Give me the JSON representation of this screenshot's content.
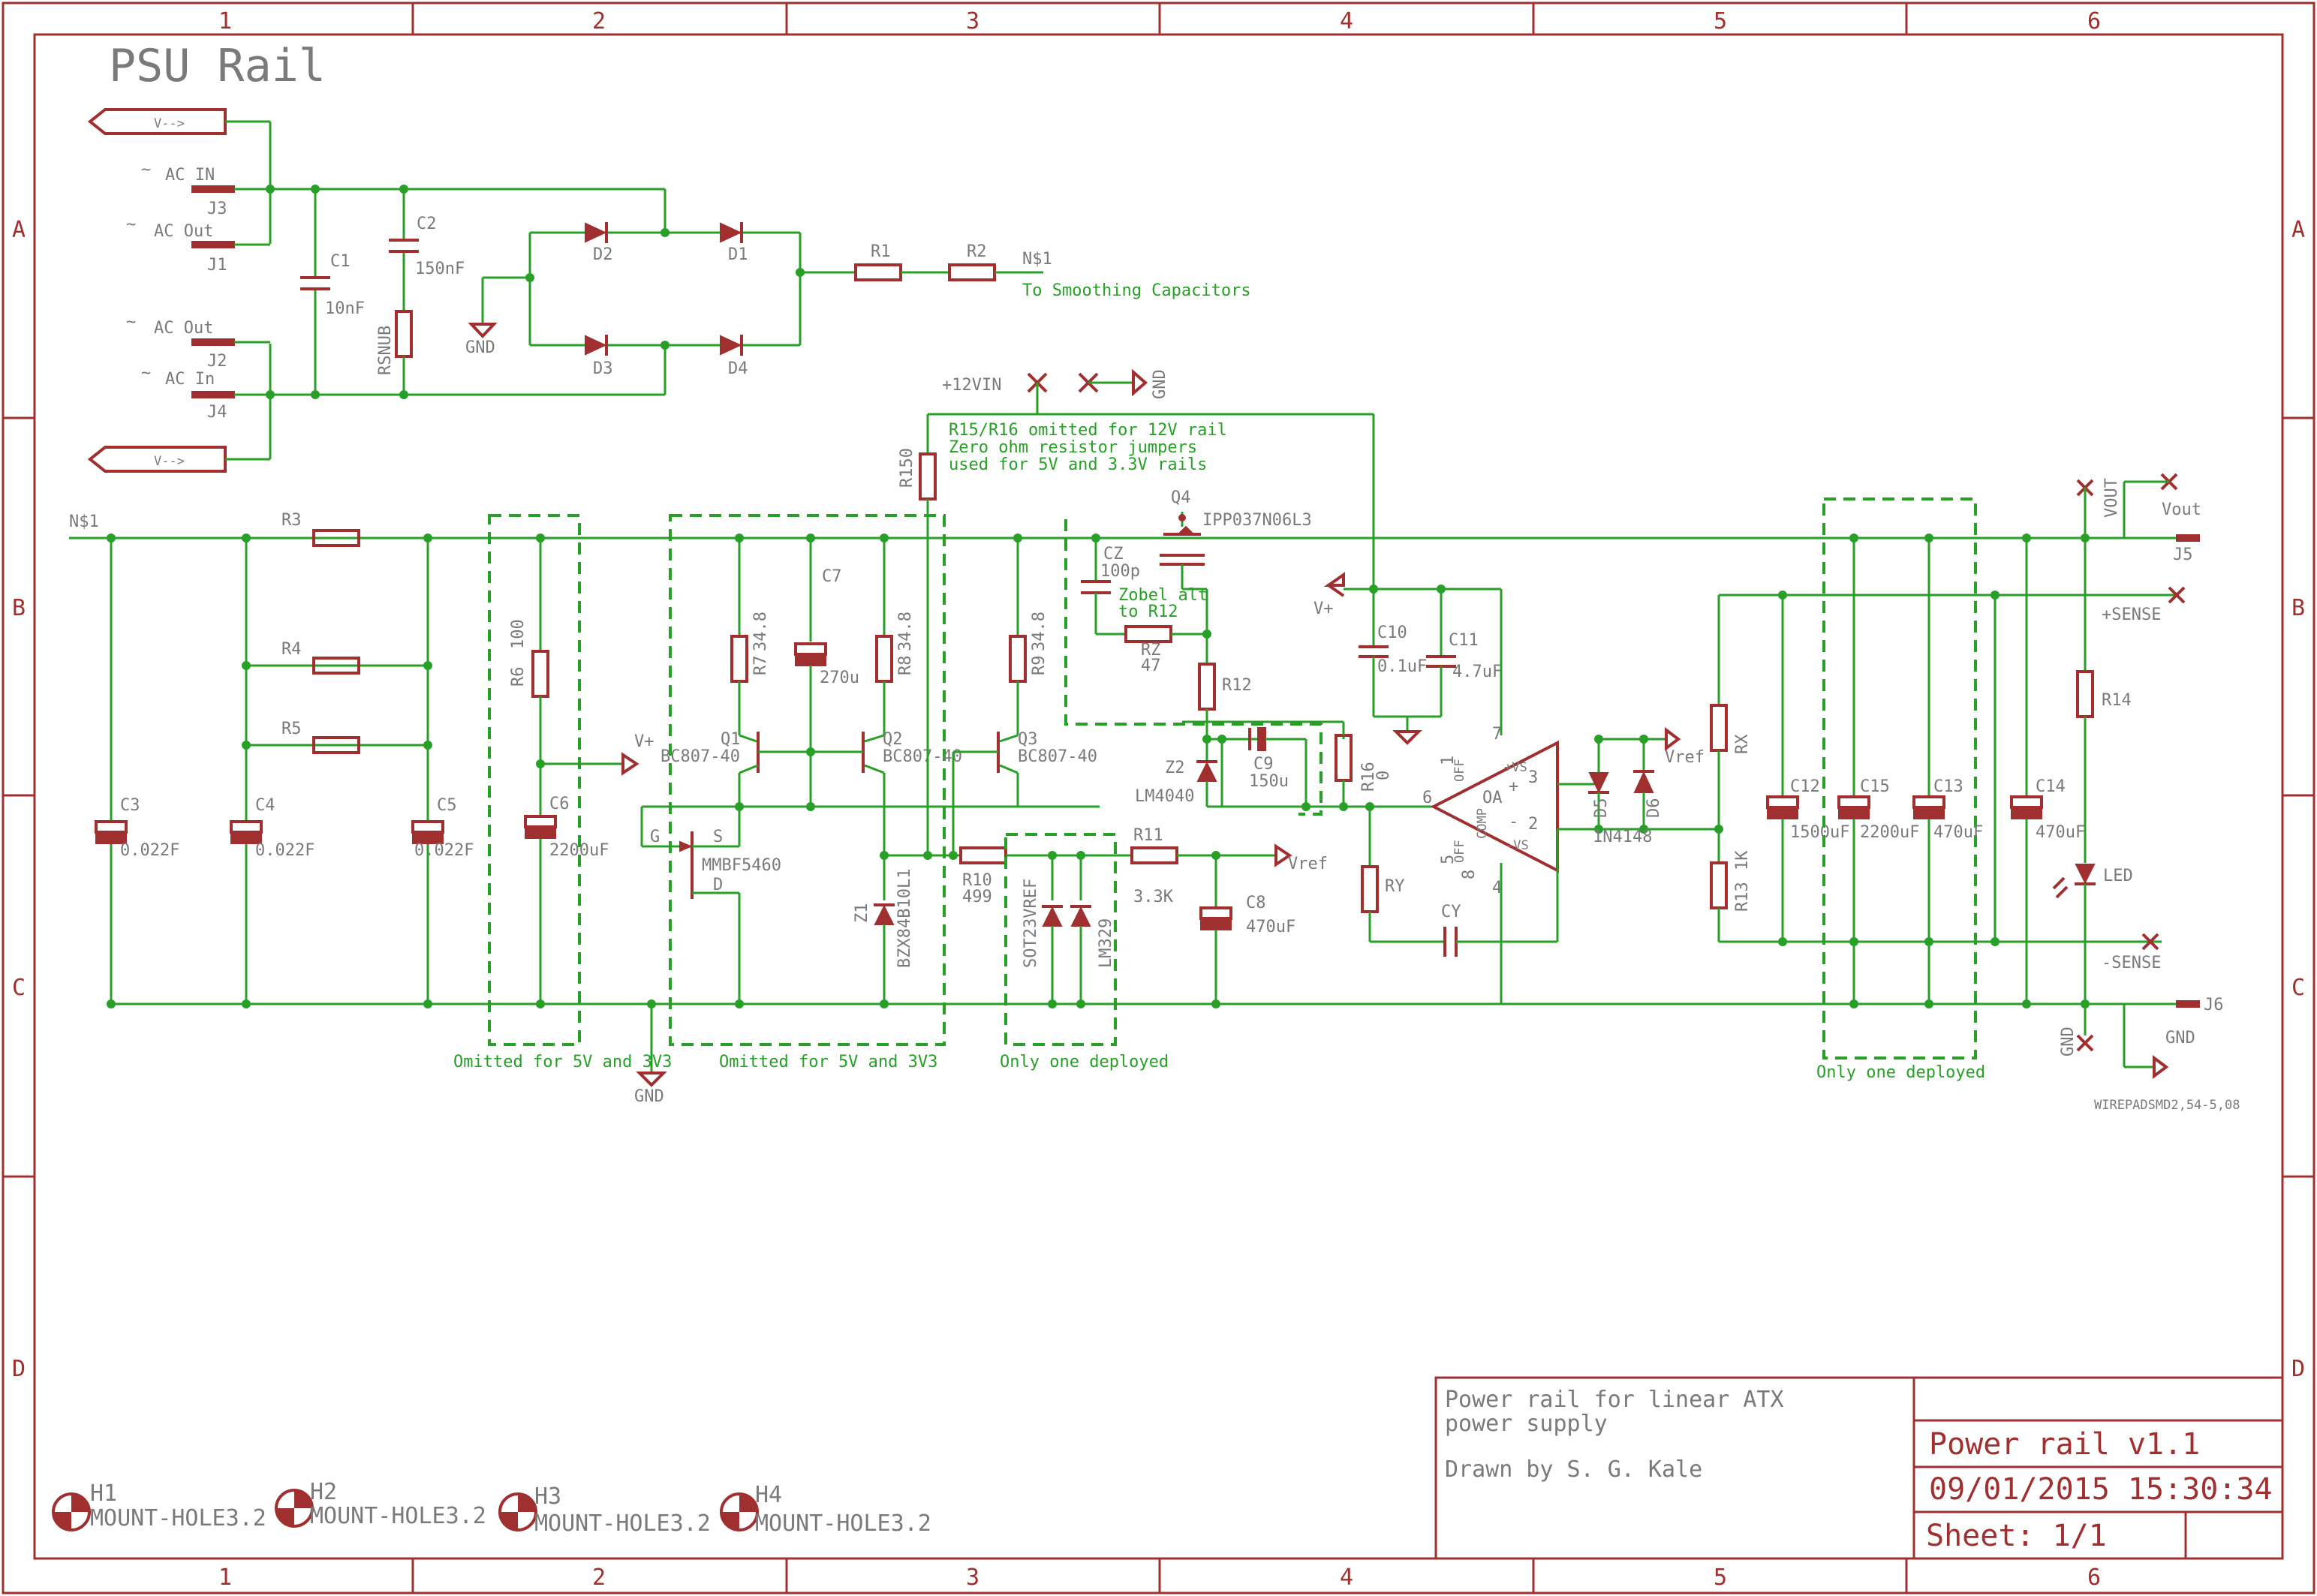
{
  "colors": {
    "frame": "#a03030",
    "wire": "#28a028",
    "symbol": "#a03030",
    "label": "#7a7a7a",
    "note": "#28a028",
    "junction": "#28a028"
  },
  "sheet": {
    "title": "PSU Rail",
    "columns": [
      "1",
      "2",
      "3",
      "4",
      "5",
      "6"
    ],
    "rows": [
      "A",
      "B",
      "C",
      "D"
    ]
  },
  "nets": {
    "n1_label": "N$1",
    "to_smoothing": "To Smoothing Capacitors",
    "v_arrow": "V-->",
    "gnd": "GND",
    "vplus": "V+",
    "vref": "Vref",
    "vin12": "+12VIN",
    "vout_pin": "VOUT",
    "vout": "Vout",
    "sense_plus": "+SENSE",
    "sense_minus": "-SENSE",
    "tilde": "~"
  },
  "connectors": [
    {
      "ref": "J3",
      "label": "AC IN"
    },
    {
      "ref": "J1",
      "label": "AC Out"
    },
    {
      "ref": "J2",
      "label": "AC Out"
    },
    {
      "ref": "J4",
      "label": "AC In"
    },
    {
      "ref": "J5",
      "label": ""
    },
    {
      "ref": "J6",
      "label": ""
    }
  ],
  "components": {
    "C1": {
      "ref": "C1",
      "value": "10nF"
    },
    "C2": {
      "ref": "C2",
      "value": "150nF"
    },
    "RSNUB": {
      "ref": "RSNUB",
      "value": ""
    },
    "D1": {
      "ref": "D1"
    },
    "D2": {
      "ref": "D2"
    },
    "D3": {
      "ref": "D3"
    },
    "D4": {
      "ref": "D4"
    },
    "R1": {
      "ref": "R1"
    },
    "R2": {
      "ref": "R2"
    },
    "R3": {
      "ref": "R3"
    },
    "R4": {
      "ref": "R4"
    },
    "R5": {
      "ref": "R5"
    },
    "C3": {
      "ref": "C3",
      "value": "0.022F"
    },
    "C4": {
      "ref": "C4",
      "value": "0.022F"
    },
    "C5": {
      "ref": "C5",
      "value": "0.022F"
    },
    "R6": {
      "ref": "R6",
      "value": "100"
    },
    "C6": {
      "ref": "C6",
      "value": "2200uF"
    },
    "R7": {
      "ref": "R7",
      "value": "34.8"
    },
    "R8": {
      "ref": "R8",
      "value": "34.8"
    },
    "R9": {
      "ref": "R9",
      "value": "34.8"
    },
    "C7": {
      "ref": "C7",
      "value": "270u"
    },
    "Q1": {
      "ref": "Q1",
      "value": "BC807-40"
    },
    "Q2": {
      "ref": "Q2",
      "value": "BC807-40"
    },
    "Q3": {
      "ref": "Q3",
      "value": "BC807-40"
    },
    "JFET": {
      "ref": "",
      "value": "MMBF5460",
      "g": "G",
      "s": "S",
      "d": "D"
    },
    "R150": {
      "ref": "R150"
    },
    "Z1": {
      "ref": "Z1",
      "value": "BZX84B10L1"
    },
    "R10": {
      "ref": "R10",
      "value": "499"
    },
    "VREF_A": {
      "ref": "SOT23VREF"
    },
    "VREF_B": {
      "ref": "LM329"
    },
    "R11": {
      "ref": "R11",
      "value": "3.3K"
    },
    "C8": {
      "ref": "C8",
      "value": "470uF"
    },
    "Q4": {
      "ref": "Q4",
      "value": "IPP037N06L3"
    },
    "CZ": {
      "ref": "CZ",
      "value": "100p"
    },
    "RZ": {
      "ref": "RZ",
      "value": "47"
    },
    "R12": {
      "ref": "R12"
    },
    "Z2": {
      "ref": "Z2",
      "value": "LM4040"
    },
    "C9": {
      "ref": "C9",
      "value": "150u"
    },
    "R16": {
      "ref": "R16",
      "value": "0"
    },
    "C10": {
      "ref": "C10",
      "value": "0.1uF"
    },
    "C11": {
      "ref": "C11",
      "value": "4.7uF"
    },
    "OA": {
      "ref": "OA",
      "pin1": "1",
      "pin2": "2",
      "pin3": "3",
      "pin4": "4",
      "pin5": "5",
      "pin6": "6",
      "pin7": "7",
      "pin8": "8",
      "off1": "OFF",
      "off2": "OFF",
      "comp": "COMP",
      "vplus": "+VS",
      "vminus": "-VS",
      "plus": "+",
      "minus": "-"
    },
    "RY": {
      "ref": "RY"
    },
    "CY": {
      "ref": "CY"
    },
    "D5": {
      "ref": "D5"
    },
    "D6": {
      "ref": "D6"
    },
    "D56_value": "1N4148",
    "RX": {
      "ref": "RX"
    },
    "R13": {
      "ref": "R13",
      "value": "1K"
    },
    "C12": {
      "ref": "C12",
      "value": "1500uF"
    },
    "C15": {
      "ref": "C15",
      "value": "2200uF"
    },
    "C13": {
      "ref": "C13",
      "value": "470uF"
    },
    "C14": {
      "ref": "C14",
      "value": "470uF"
    },
    "R14": {
      "ref": "R14"
    },
    "LED": {
      "ref": "LED"
    }
  },
  "notes": {
    "omitted1": "Omitted for 5V and 3V3",
    "omitted2": "Omitted for 5V and 3V3",
    "only_one1": "Only one deployed",
    "only_one2": "Only one deployed",
    "r15_note": [
      "R15/R16 omitted for 12V rail",
      "Zero ohm resistor jumpers",
      "used for 5V and 3.3V rails"
    ],
    "zobel": [
      "Zobel alt",
      "to R12"
    ],
    "wirepad": "WIREPADSMD2,54-5,08"
  },
  "mount_holes": [
    {
      "ref": "H1",
      "value": "MOUNT-HOLE3.2"
    },
    {
      "ref": "H2",
      "value": "MOUNT-HOLE3.2"
    },
    {
      "ref": "H3",
      "value": "MOUNT-HOLE3.2"
    },
    {
      "ref": "H4",
      "value": "MOUNT-HOLE3.2"
    }
  ],
  "title_block": {
    "description": [
      "Power rail for linear ATX",
      "power supply"
    ],
    "drawn_by": "Drawn by S. G. Kale",
    "name": "Power rail v1.1",
    "date": "09/01/2015 15:30:34",
    "sheet": "Sheet: 1/1"
  }
}
